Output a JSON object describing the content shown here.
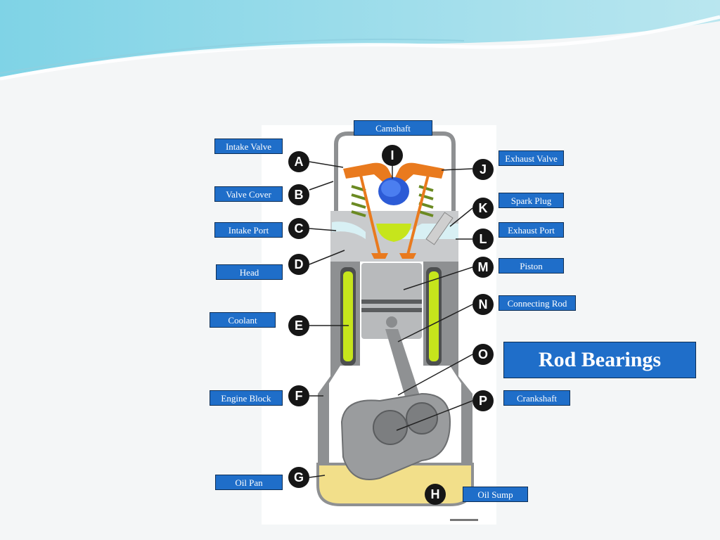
{
  "labels": {
    "camshaft": "Camshaft",
    "intake_valve": "Intake Valve",
    "valve_cover": "Valve Cover",
    "intake_port": "Intake Port",
    "head": "Head",
    "coolant": "Coolant",
    "engine_block": "Engine Block",
    "oil_pan": "Oil Pan",
    "exhaust_valve": "Exhaust Valve",
    "spark_plug": "Spark Plug",
    "exhaust_port": "Exhaust Port",
    "piston": "Piston",
    "connecting_rod": "Connecting Rod",
    "crankshaft": "Crankshaft",
    "oil_sump": "Oil Sump"
  },
  "highlight": "Rod Bearings",
  "letters": [
    "A",
    "B",
    "C",
    "D",
    "E",
    "F",
    "G",
    "H",
    "I",
    "J",
    "K",
    "L",
    "M",
    "N",
    "O",
    "P"
  ],
  "colors": {
    "label_bg": "#1f6ec9",
    "label_border": "#0d2e55",
    "coolant": "#c6e51c",
    "valve_parts": "#e97a1e",
    "cam": "#2c5bd6",
    "oil": "#f2df8a",
    "metal": "#9a9c9e"
  }
}
